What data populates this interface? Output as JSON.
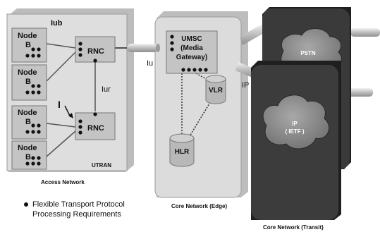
{
  "access_network": {
    "iub_label": "Iub",
    "iur_label": "Iur",
    "interface_marker": "I",
    "utran_label": "UTRAN",
    "caption": "Access Network",
    "node_b": {
      "line1": "Node",
      "line2": "B"
    },
    "rnc_label": "RNC"
  },
  "links": {
    "iu_label": "Iu",
    "ip_label": "IP"
  },
  "core_edge": {
    "umsc": {
      "line1": "UMSC",
      "line2": "(Media",
      "line3": "Gateway)"
    },
    "vlr_label": "VLR",
    "hlr_label": "HLR",
    "caption": "Core Network (Edge)"
  },
  "core_transit": {
    "pstn_label": "PSTN",
    "ip_cloud": {
      "line1": "IP",
      "line2": "( IETF )"
    },
    "caption": "Core Network (Transit)"
  },
  "notes": {
    "bullet_line1": "Flexible Transport Protocol",
    "bullet_line2": "Processing Requirements"
  },
  "colors": {
    "node_fill": "#c4c4c4",
    "panel_fill": "#dedede",
    "dark_panel": "#3a3a3a",
    "cloud_fill": "#8a8a8a"
  }
}
